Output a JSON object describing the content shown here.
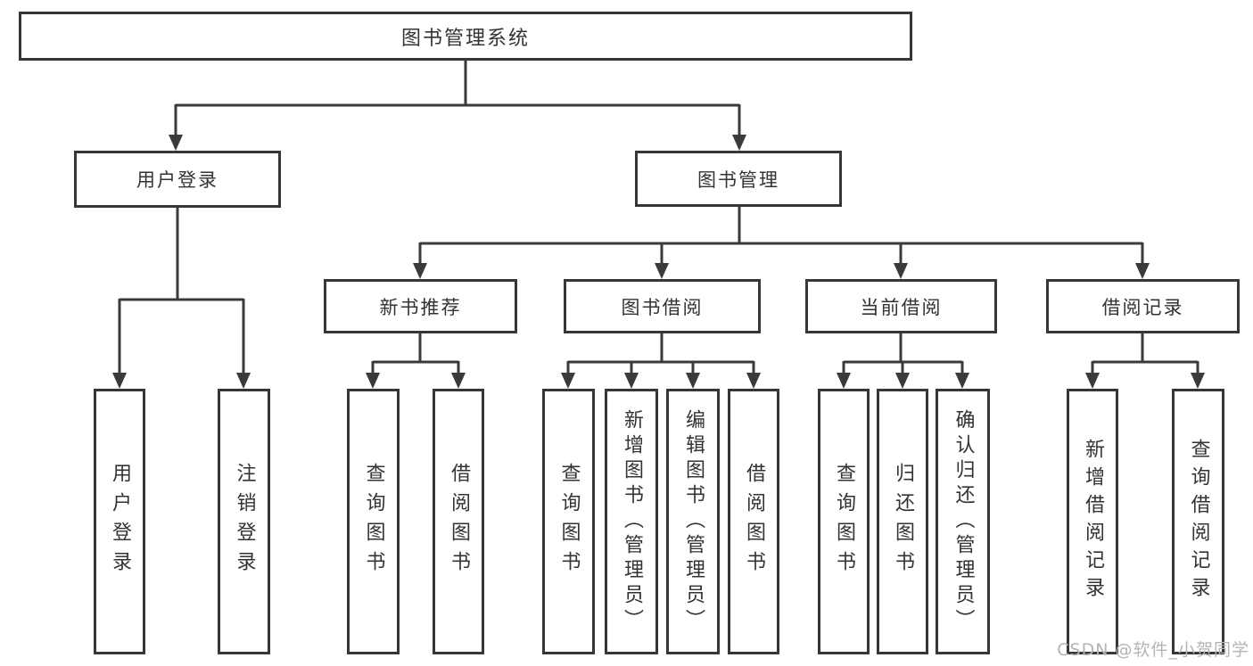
{
  "diagram": {
    "root": {
      "label": "图书管理系统"
    },
    "level1": [
      {
        "label": "用户登录"
      },
      {
        "label": "图书管理"
      }
    ],
    "level2": [
      {
        "label": "新书推荐"
      },
      {
        "label": "图书借阅"
      },
      {
        "label": "当前借阅"
      },
      {
        "label": "借阅记录"
      }
    ],
    "leaves": [
      {
        "label": "用户登录"
      },
      {
        "label": "注销登录"
      },
      {
        "label": "查询图书"
      },
      {
        "label": "借阅图书"
      },
      {
        "label": "查询图书"
      },
      {
        "label": "新增图书（管理员）"
      },
      {
        "label": "编辑图书（管理员）"
      },
      {
        "label": "借阅图书"
      },
      {
        "label": "查询图书"
      },
      {
        "label": "归还图书"
      },
      {
        "label": "确认归还（管理员）"
      },
      {
        "label": "新增借阅记录"
      },
      {
        "label": "查询借阅记录"
      }
    ],
    "watermark": "CSDN @软件_小贺同学",
    "colors": {
      "line": "#3a3a3a",
      "box_border": "#373737",
      "box_background": "#ffffff",
      "text": "#333333",
      "watermark": "#b4b4b8"
    }
  }
}
